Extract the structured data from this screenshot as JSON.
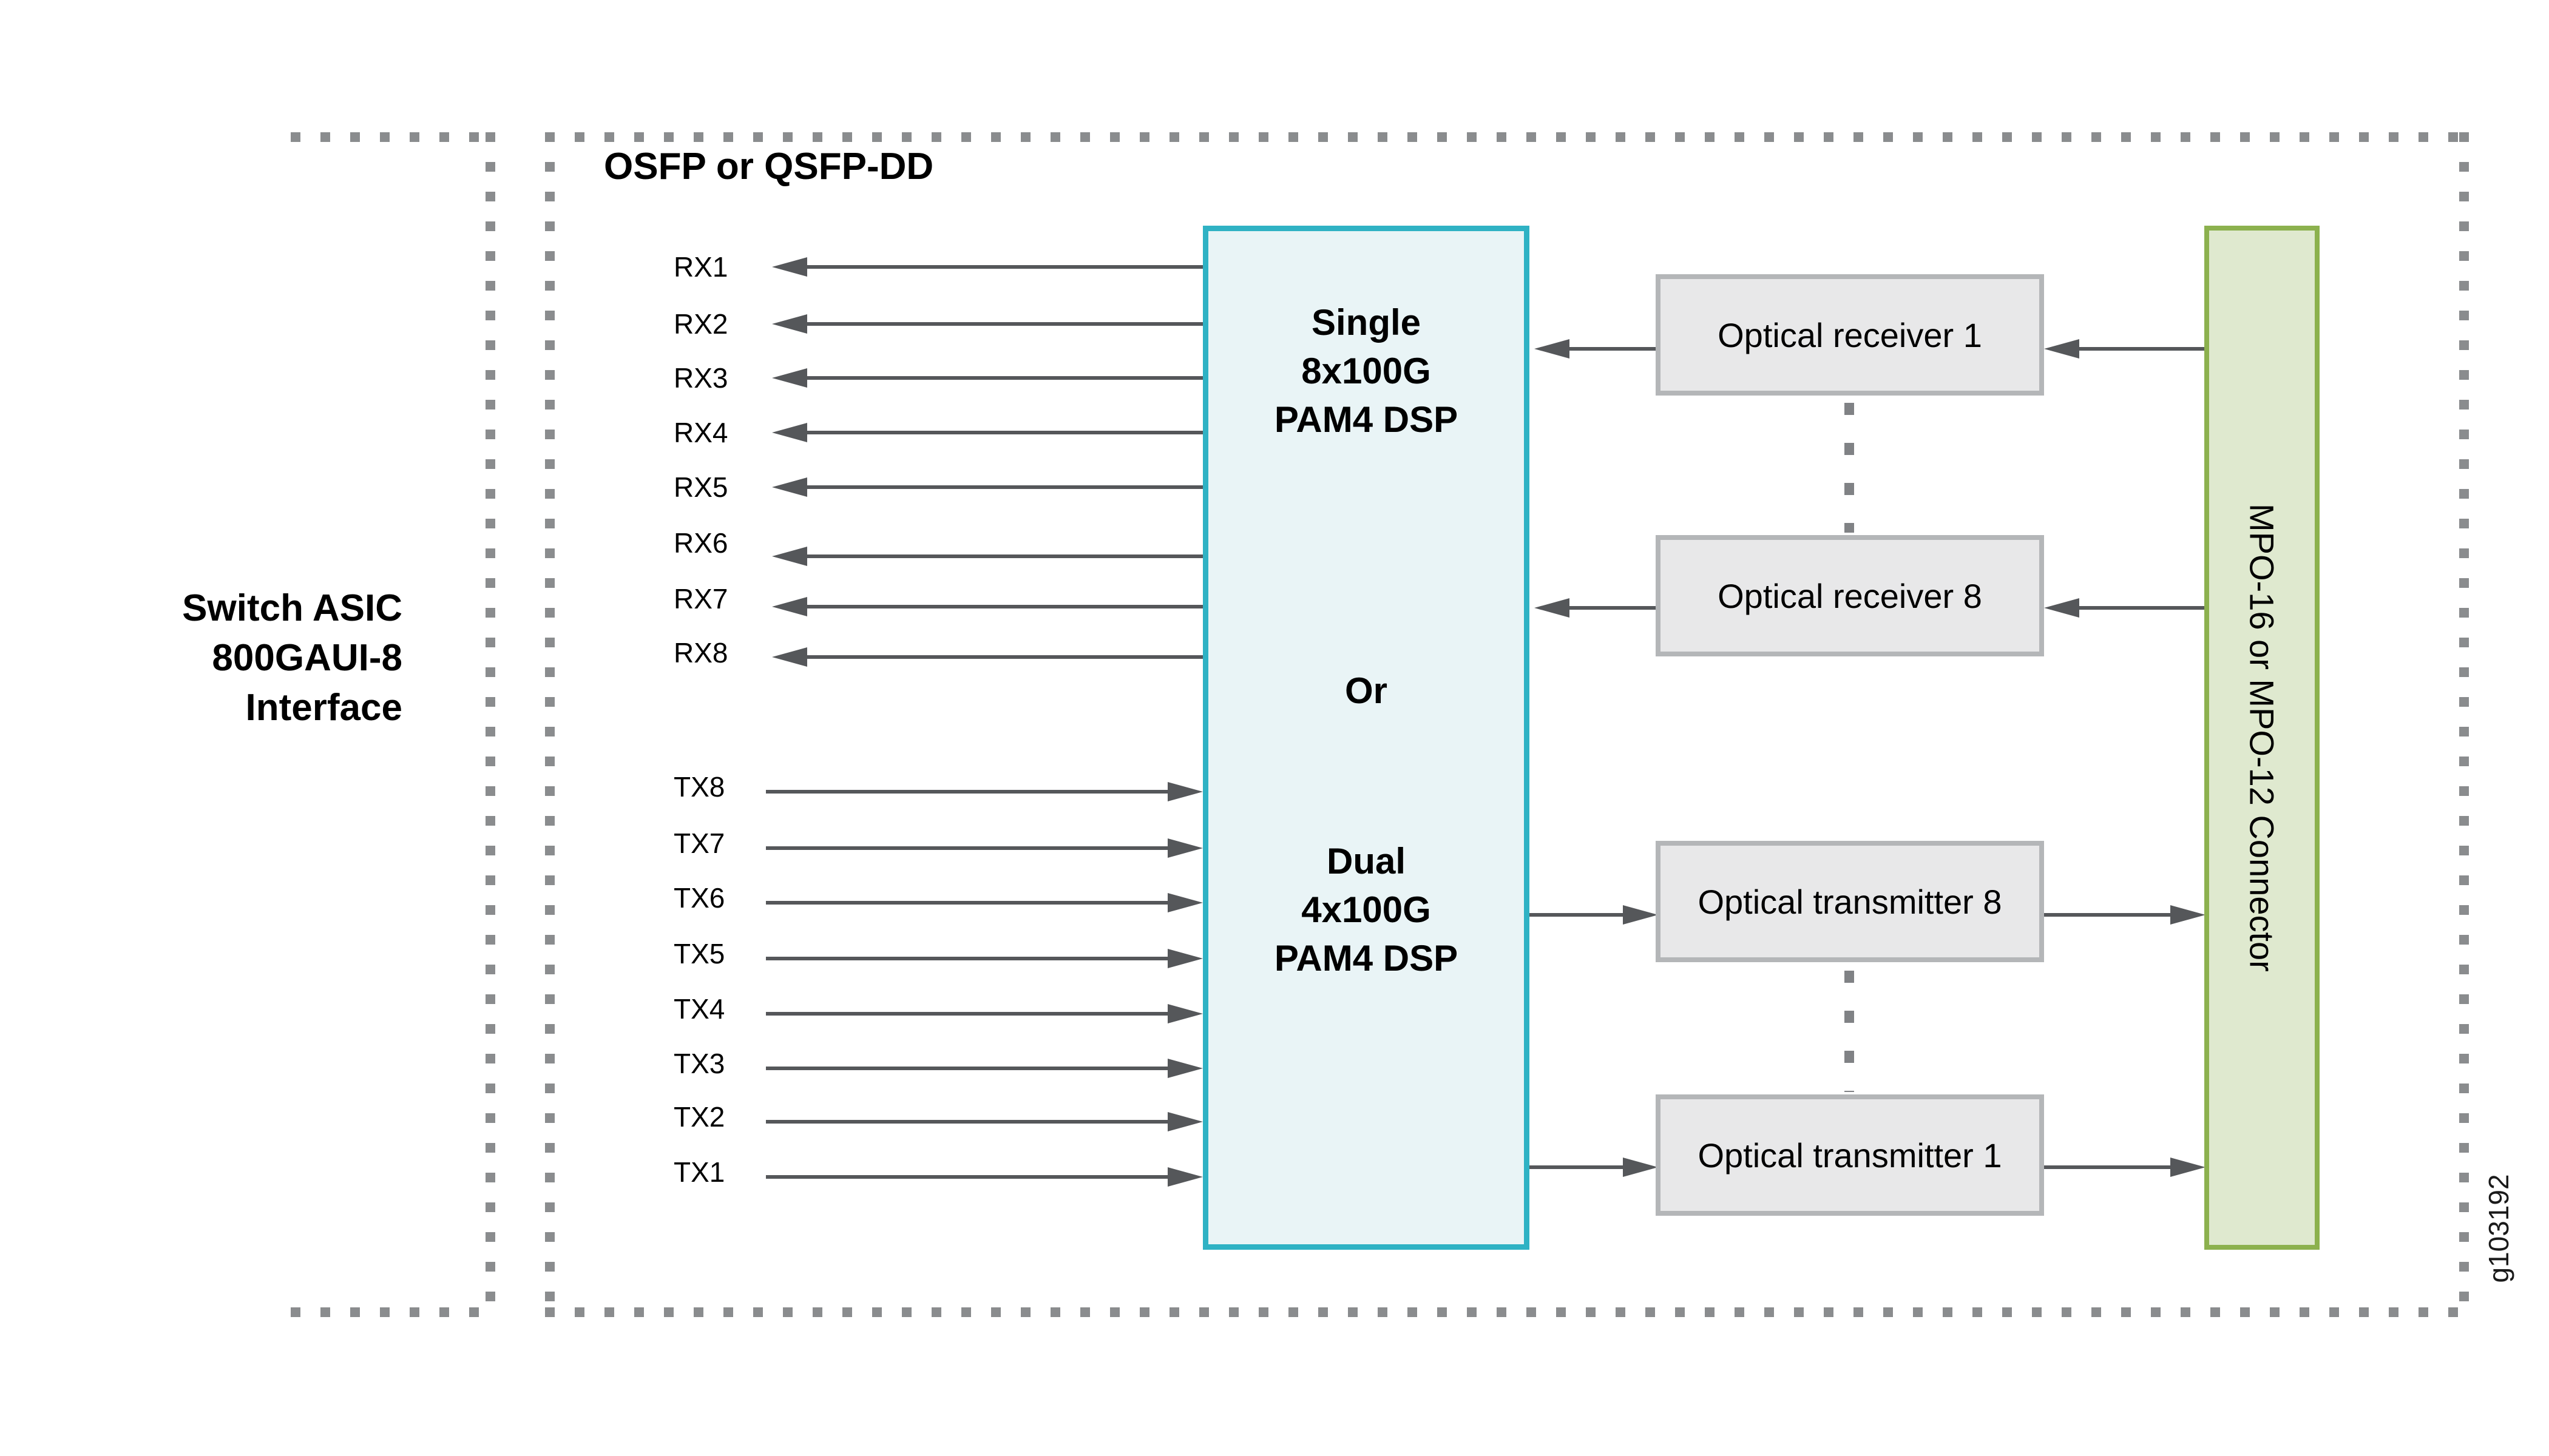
{
  "colors": {
    "teal-border": "#2fb2c4",
    "teal-fill": "#e9f4f6",
    "green-border": "#8cb14e",
    "green-fill": "#dfe9cf",
    "gray-border": "#b4b6b8",
    "gray-fill": "#e8e8e9",
    "line": "#55575a",
    "dash": "#8a8c8e",
    "dot": "#808285",
    "text": "#000000"
  },
  "module": {
    "title": "OSFP or QSFP-DD"
  },
  "asic": {
    "line1": "Switch ASIC",
    "line2": "800GAUI-8",
    "line3": "Interface"
  },
  "signals": {
    "rx": [
      "RX1",
      "RX2",
      "RX3",
      "RX4",
      "RX5",
      "RX6",
      "RX7",
      "RX8"
    ],
    "tx": [
      "TX8",
      "TX7",
      "TX6",
      "TX5",
      "TX4",
      "TX3",
      "TX2",
      "TX1"
    ]
  },
  "dsp": {
    "single": {
      "l1": "Single",
      "l2": "8x100G",
      "l3": "PAM4 DSP"
    },
    "or": "Or",
    "dual": {
      "l1": "Dual",
      "l2": "4x100G",
      "l3": "PAM4 DSP"
    }
  },
  "optical": {
    "receiver1": "Optical receiver 1",
    "receiver8": "Optical receiver 8",
    "transmitter8": "Optical transmitter 8",
    "transmitter1": "Optical transmitter 1"
  },
  "connector": {
    "label": "MPO-16 or MPO-12 Connector"
  },
  "figure_id": "g103192"
}
